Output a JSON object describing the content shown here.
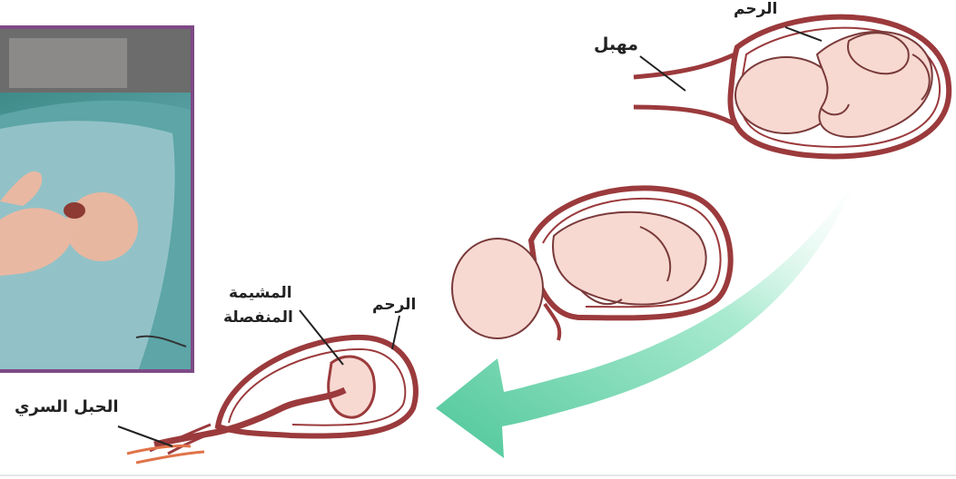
{
  "labels": {
    "uterus_top": "الرحم",
    "cervix": "مهبل",
    "uterus_bottom": "الرحم",
    "placenta_line1": "المشيمة",
    "placenta_line2": "المنفصلة",
    "umbilical_cord": "الحبل السري"
  },
  "colors": {
    "uterus_wall": "#9b3a3c",
    "fetus_skin": "#f7d9d2",
    "fetus_outline": "#7a3a3a",
    "arrow": "#7ed9b3",
    "photo_frame": "#7e4a86"
  },
  "photo": {
    "subject": "newborn-baby-photo"
  }
}
